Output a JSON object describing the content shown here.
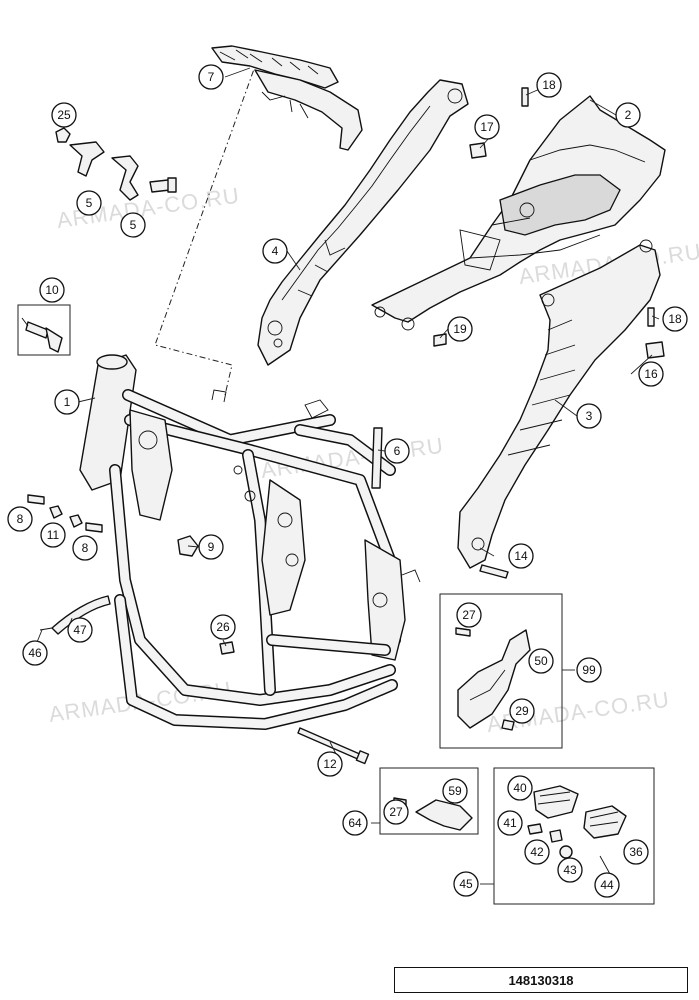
{
  "diagram": {
    "reference_number": "148130318",
    "watermark_text": "ARMADA-CO.RU",
    "callouts": [
      "1",
      "2",
      "3",
      "4",
      "5",
      "5",
      "6",
      "7",
      "8",
      "8",
      "9",
      "10",
      "11",
      "12",
      "14",
      "16",
      "17",
      "18",
      "18",
      "19",
      "25",
      "26",
      "27",
      "27",
      "29",
      "36",
      "40",
      "41",
      "42",
      "43",
      "44",
      "45",
      "46",
      "47",
      "50",
      "59",
      "64",
      "99"
    ],
    "groups": [
      {
        "label": "99",
        "members": [
          "27",
          "50",
          "29"
        ]
      },
      {
        "label": "64",
        "members": [
          "27",
          "59"
        ]
      },
      {
        "label": "45",
        "members": [
          "40",
          "36",
          "41",
          "42",
          "43",
          "44"
        ]
      }
    ],
    "line_color": "#111111",
    "watermark_color": "#cfcfcf"
  }
}
